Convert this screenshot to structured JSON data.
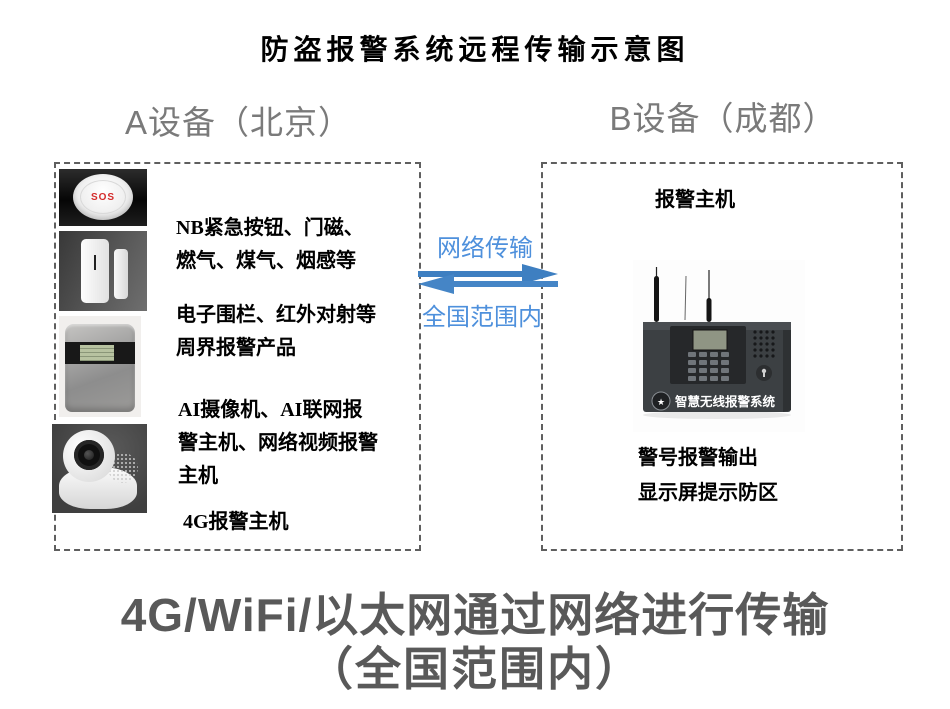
{
  "title": "防盗报警系统远程传输示意图",
  "colors": {
    "header_gray": "#7a7a7a",
    "footer_gray": "#595959",
    "link_blue_text": "#4e90dc",
    "link_blue_arrow": "#3e7fc1",
    "box_border_gray": "#5f5f5f",
    "sos_red": "#d42b2b"
  },
  "device_a": {
    "header": "A设备（北京）",
    "photos": [
      {
        "name": "sos-emergency-button",
        "label": "SOS"
      },
      {
        "name": "door-magnet-sensor"
      },
      {
        "name": "electronic-fence-controller"
      },
      {
        "name": "dome-camera"
      }
    ],
    "blocks": [
      {
        "lines": [
          "NB紧急按钮、门磁、",
          "燃气、煤气、烟感等"
        ]
      },
      {
        "lines": [
          "电子围栏、红外对射等",
          "周界报警产品"
        ]
      },
      {
        "lines": [
          "AI摄像机、AI联网报",
          "警主机、网络视频报警",
          "主机"
        ]
      },
      {
        "lines": [
          "4G报警主机"
        ]
      }
    ]
  },
  "link": {
    "top_label": "网络传输",
    "bottom_label": "全国范围内"
  },
  "device_b": {
    "header": "B设备（成都）",
    "photo_caption": "报警主机",
    "host_brand": "智慧无线报警系统",
    "blocks": [
      {
        "lines": [
          "警号报警输出",
          "显示屏提示防区"
        ]
      }
    ]
  },
  "footer": {
    "line1": "4G/WiFi/以太网通过网络进行传输",
    "line2": "（全国范围内）"
  }
}
